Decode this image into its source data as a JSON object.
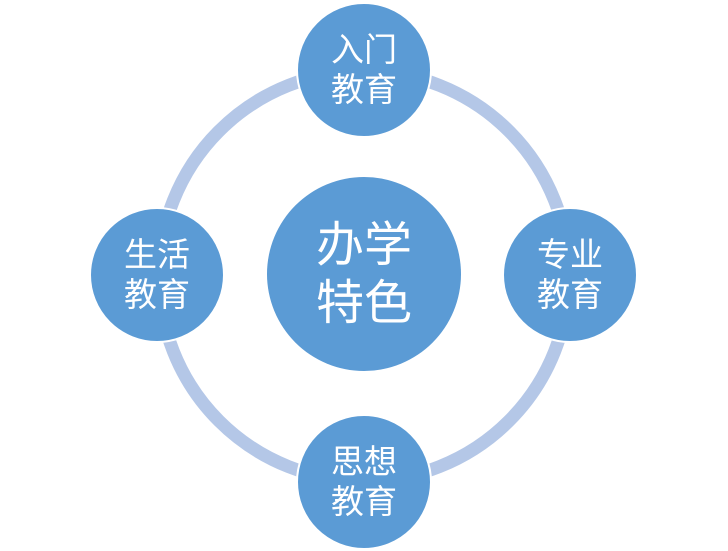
{
  "colors": {
    "ring": "#b4c7e7",
    "node_fill": "#5b9bd5",
    "node_border": "#ffffff",
    "text": "#ffffff"
  },
  "center": {
    "line1": "办学",
    "line2": "特色"
  },
  "nodes": {
    "top": {
      "line1": "入门",
      "line2": "教育"
    },
    "right": {
      "line1": "专业",
      "line2": "教育"
    },
    "bottom": {
      "line1": "思想",
      "line2": "教育"
    },
    "left": {
      "line1": "生活",
      "line2": "教育"
    }
  }
}
